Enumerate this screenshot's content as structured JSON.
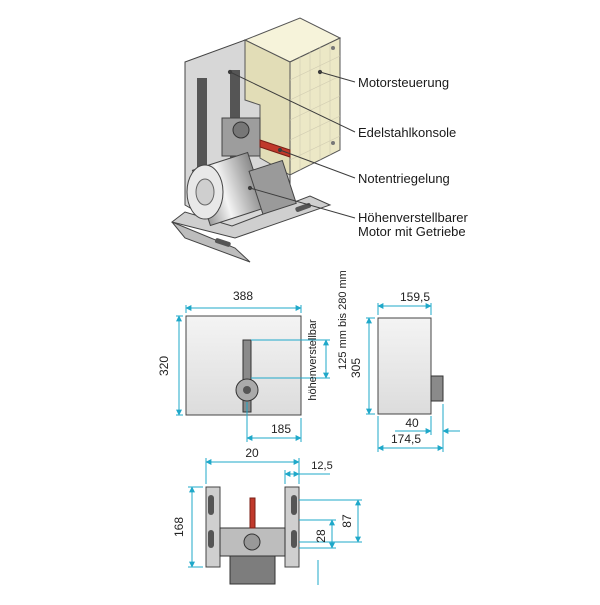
{
  "callouts": {
    "motor_control": "Motorsteuerung",
    "stainless_bracket": "Edelstahlkonsole",
    "emergency_release": "Notentriegelung",
    "motor_line1": "Höhenverstellbarer",
    "motor_line2": "Motor mit Getriebe"
  },
  "front_view": {
    "width": "388",
    "height": "320",
    "offset": "185",
    "adjust_line1": "höhenverstellbar",
    "adjust_line2": "125 mm bis 280 mm"
  },
  "side_view": {
    "width": "159,5",
    "height": "305",
    "depth1": "40",
    "depth2": "174,5"
  },
  "bottom_view": {
    "width": "20",
    "offset": "12,5",
    "height": "168",
    "dim_87": "87",
    "dim_28": "28"
  },
  "colors": {
    "dimension_line": "#1fa8c9",
    "leader_line": "#3d3d3d",
    "housing": "#efeccf",
    "metal": "#c9c9c9",
    "release_red": "#c0392b"
  }
}
